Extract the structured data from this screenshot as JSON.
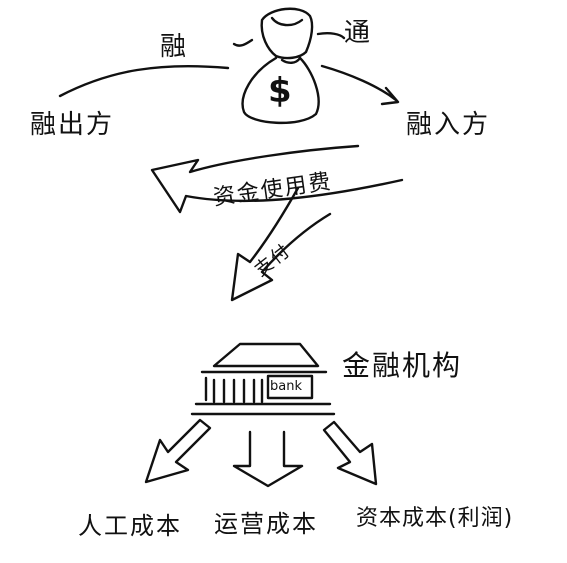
{
  "top": {
    "word_left": "融",
    "word_right": "通",
    "bag_symbol": "$"
  },
  "parties": {
    "lender": "融出方",
    "borrower": "融入方"
  },
  "flows": {
    "fee": "资金使用费",
    "pay": "支付"
  },
  "institution": {
    "name": "金融机构",
    "sign": "bank"
  },
  "costs": [
    {
      "label": "人工成本"
    },
    {
      "label": "运营成本"
    },
    {
      "label": "资本成本(利润)"
    }
  ]
}
